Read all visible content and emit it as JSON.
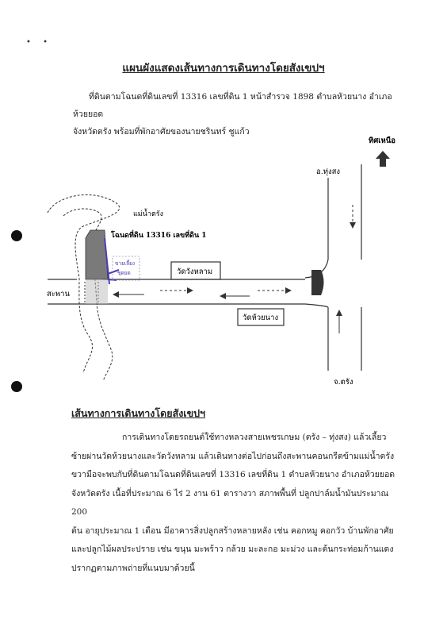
{
  "dots": "• •",
  "title": "แผนผังแสดงเส้นทางการเดินทางโดยสังเขปฯ",
  "intro": {
    "line1": "ที่ดินตามโฉนดที่ดินเลขที่ 13316 เลขที่ดิน 1 หน้าสำรวจ 1898 ตำบลหัวยนาง อำเภอห้วยยอด",
    "line2": "จังหวัดตรัง พร้อมที่พักอาศัยของนายชรินทร์ ชูแก้ว"
  },
  "map": {
    "north_label": "ทิศเหนือ",
    "road_top_label": "อ.ทุ่งสง",
    "road_bottom_label": "จ.ตรัง",
    "river_label": "แม่น้ำตรัง",
    "parcel_label": "โฉนดที่ดิน 13316 เลขที่ดิน 1",
    "handwritten_label": [
      "ขายเลี้ยง",
      "ชุดยด"
    ],
    "temple_1": "วัดวังหลาม",
    "temple_2": "วัดห้วยนาง",
    "bridge_label": "สะพาน"
  },
  "heading2": "เส้นทางการเดินทางโดยสังเขปฯ",
  "route_text": {
    "p1": "การเดินทางโดยรถยนต์ใช้ทางหลวงสายเพชรเกษม (ตรัง – ทุ่งสง) แล้วเลี้ยว",
    "lines": [
      "ซ้ายผ่านวัดห้วยนางและวัดวังหลาม แล้วเดินทางต่อไปก่อนถึงสะพานคอนกรีตข้ามแม่น้ำตรัง",
      "ขวามือจะพบกับที่ดินตามโฉนดที่ดินเลขที่ 13316 เลขที่ดิน 1 ตำบลห้วยนาง อำเภอห้วยยอด",
      "จังหวัดตรัง เนื้อที่ประมาณ 6 ไร่ 2 งาน 61 ตารางวา สภาพพื้นที่ ปลูกปาล์มน้ำมันประมาณ 200",
      "ต้น อายุประมาณ 1 เดือน มีอาคารสิ่งปลูกสร้างหลายหลัง เช่น คอกหมู คอกวัว บ้านพักอาศัย",
      "และปลูกไม้ผลประปราย เช่น ขนุน มะพร้าว กล้วย มะละกอ มะม่วง และต้นกระท่อมก้านแดง",
      "ปรากฏตามภาพถ่ายที่แนบมาด้วยนี้"
    ]
  }
}
